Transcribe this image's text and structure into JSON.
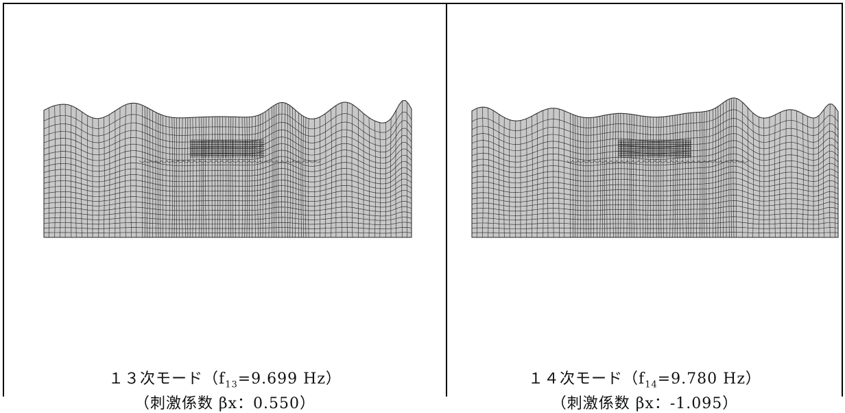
{
  "panels": [
    {
      "mode_label": "１３次モード（f",
      "freq_sub": "13",
      "freq_value": "=9.699 Hz）",
      "participation_label": "（刺激係数 βx：0.550）"
    },
    {
      "mode_label": "１４次モード（f",
      "freq_sub": "14",
      "freq_value": "=9.780 Hz）",
      "participation_label": "（刺激係数 βx：-1.095）"
    }
  ],
  "colors": {
    "mesh_fill": "#c8c8c8",
    "mesh_line": "#222222",
    "border": "#000000"
  }
}
